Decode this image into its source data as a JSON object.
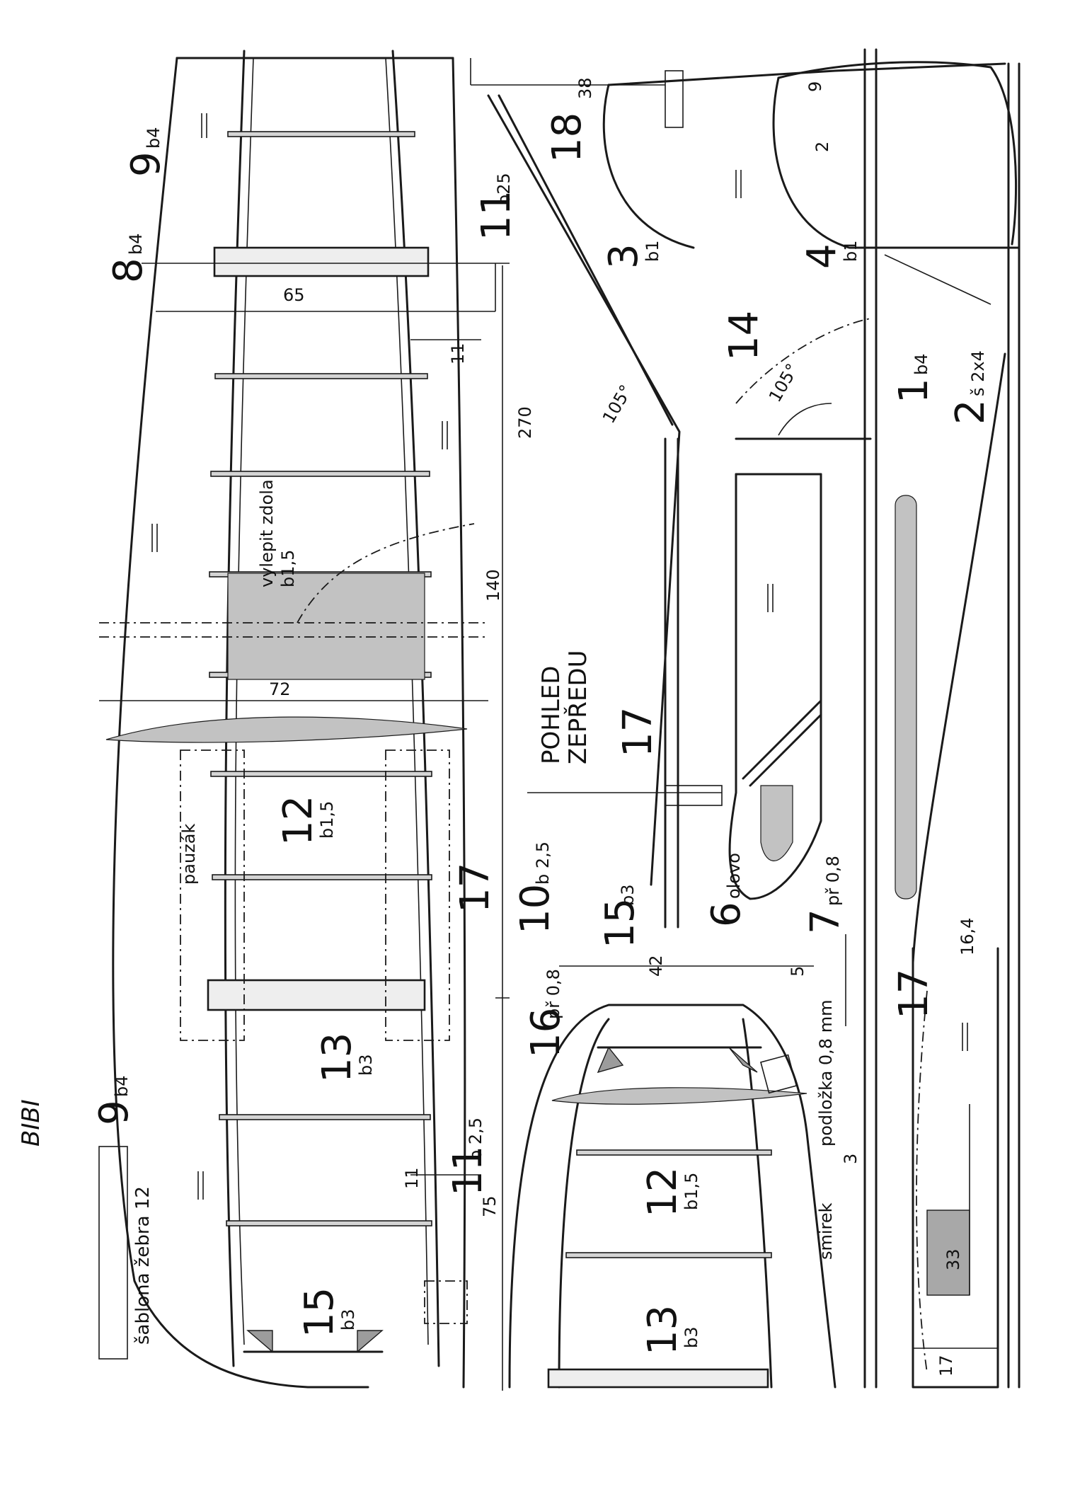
{
  "handwritten_code": "BIBI",
  "template_caption": "šablona žebra 12",
  "front_view_caption": {
    "line1": "POHLED",
    "line2": "ZEPŘEDU"
  },
  "notes": {
    "glue_from_below": "vylepit zdola",
    "glue_thickness": "b1,5",
    "tracing_paper": "pauzák",
    "shim": "podložka 0,8 mm",
    "sandpaper": "smirek"
  },
  "parts": [
    {
      "number": "1",
      "spec": "b4"
    },
    {
      "number": "2",
      "spec": "š 2x4"
    },
    {
      "number": "3",
      "spec": "b1"
    },
    {
      "number": "4",
      "spec": "b1"
    },
    {
      "number": "6",
      "spec": "olovo"
    },
    {
      "number": "7",
      "spec": "př 0,8"
    },
    {
      "number": "8",
      "spec": "b4"
    },
    {
      "number": "9",
      "spec": "b4"
    },
    {
      "number": "9",
      "spec": "b4"
    },
    {
      "number": "10",
      "spec": "b 2,5"
    },
    {
      "number": "11",
      "spec": "b25"
    },
    {
      "number": "11",
      "spec": "b 2,5"
    },
    {
      "number": "12",
      "spec": "b1,5"
    },
    {
      "number": "12",
      "spec": "b1,5"
    },
    {
      "number": "13",
      "spec": "b3"
    },
    {
      "number": "13",
      "spec": "b3"
    },
    {
      "number": "14",
      "spec": ""
    },
    {
      "number": "15",
      "spec": "b3"
    },
    {
      "number": "15",
      "spec": "b3"
    },
    {
      "number": "16",
      "spec": "př 0,8"
    },
    {
      "number": "17",
      "spec": ""
    },
    {
      "number": "17",
      "spec": ""
    },
    {
      "number": "17",
      "spec": ""
    },
    {
      "number": "18",
      "spec": ""
    }
  ],
  "dimensions": {
    "d38": "38",
    "d9": "9",
    "d2": "2",
    "d65": "65",
    "d11": "11",
    "d270": "270",
    "d140": "140",
    "d72": "72",
    "d105a": "105°",
    "d105b": "105°",
    "d42": "42",
    "d5": "5",
    "d16_4": "16,4",
    "d3": "3",
    "d33": "33",
    "d17": "17",
    "d75": "75",
    "d11b": "11"
  }
}
